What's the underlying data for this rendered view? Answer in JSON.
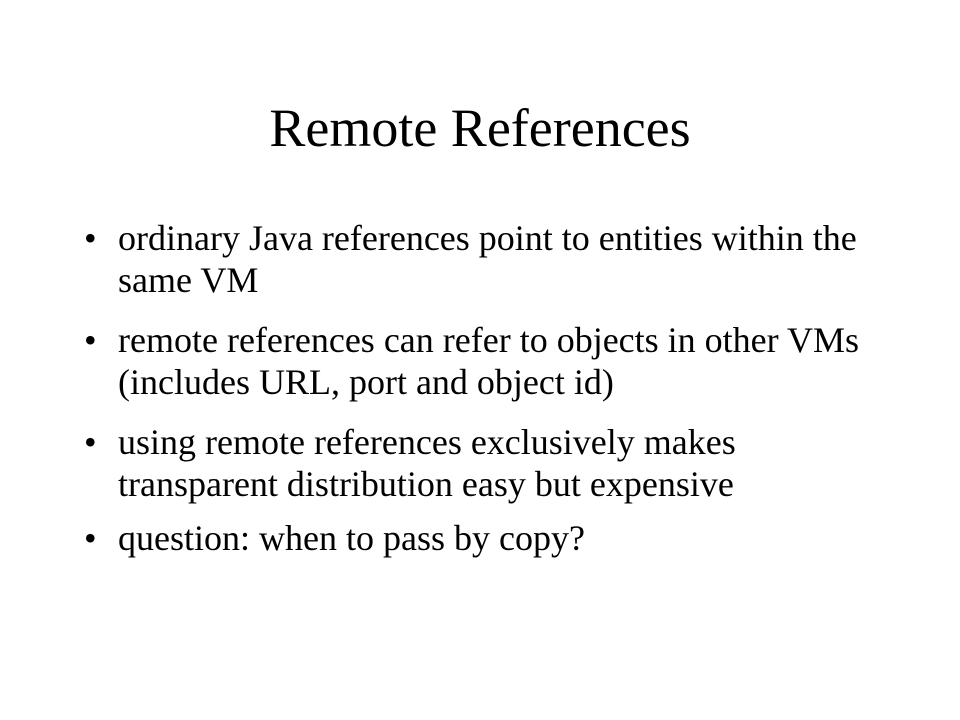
{
  "slide": {
    "title": "Remote References",
    "bullet_symbol": "•",
    "bullets": [
      {
        "text": "ordinary Java references point to entities within the same VM"
      },
      {
        "text": "remote references can refer to objects in other VMs (includes URL, port and object id)"
      },
      {
        "text": "using remote references exclusively makes transparent distribution easy but expensive"
      },
      {
        "text": "question: when to pass by copy?"
      }
    ]
  }
}
